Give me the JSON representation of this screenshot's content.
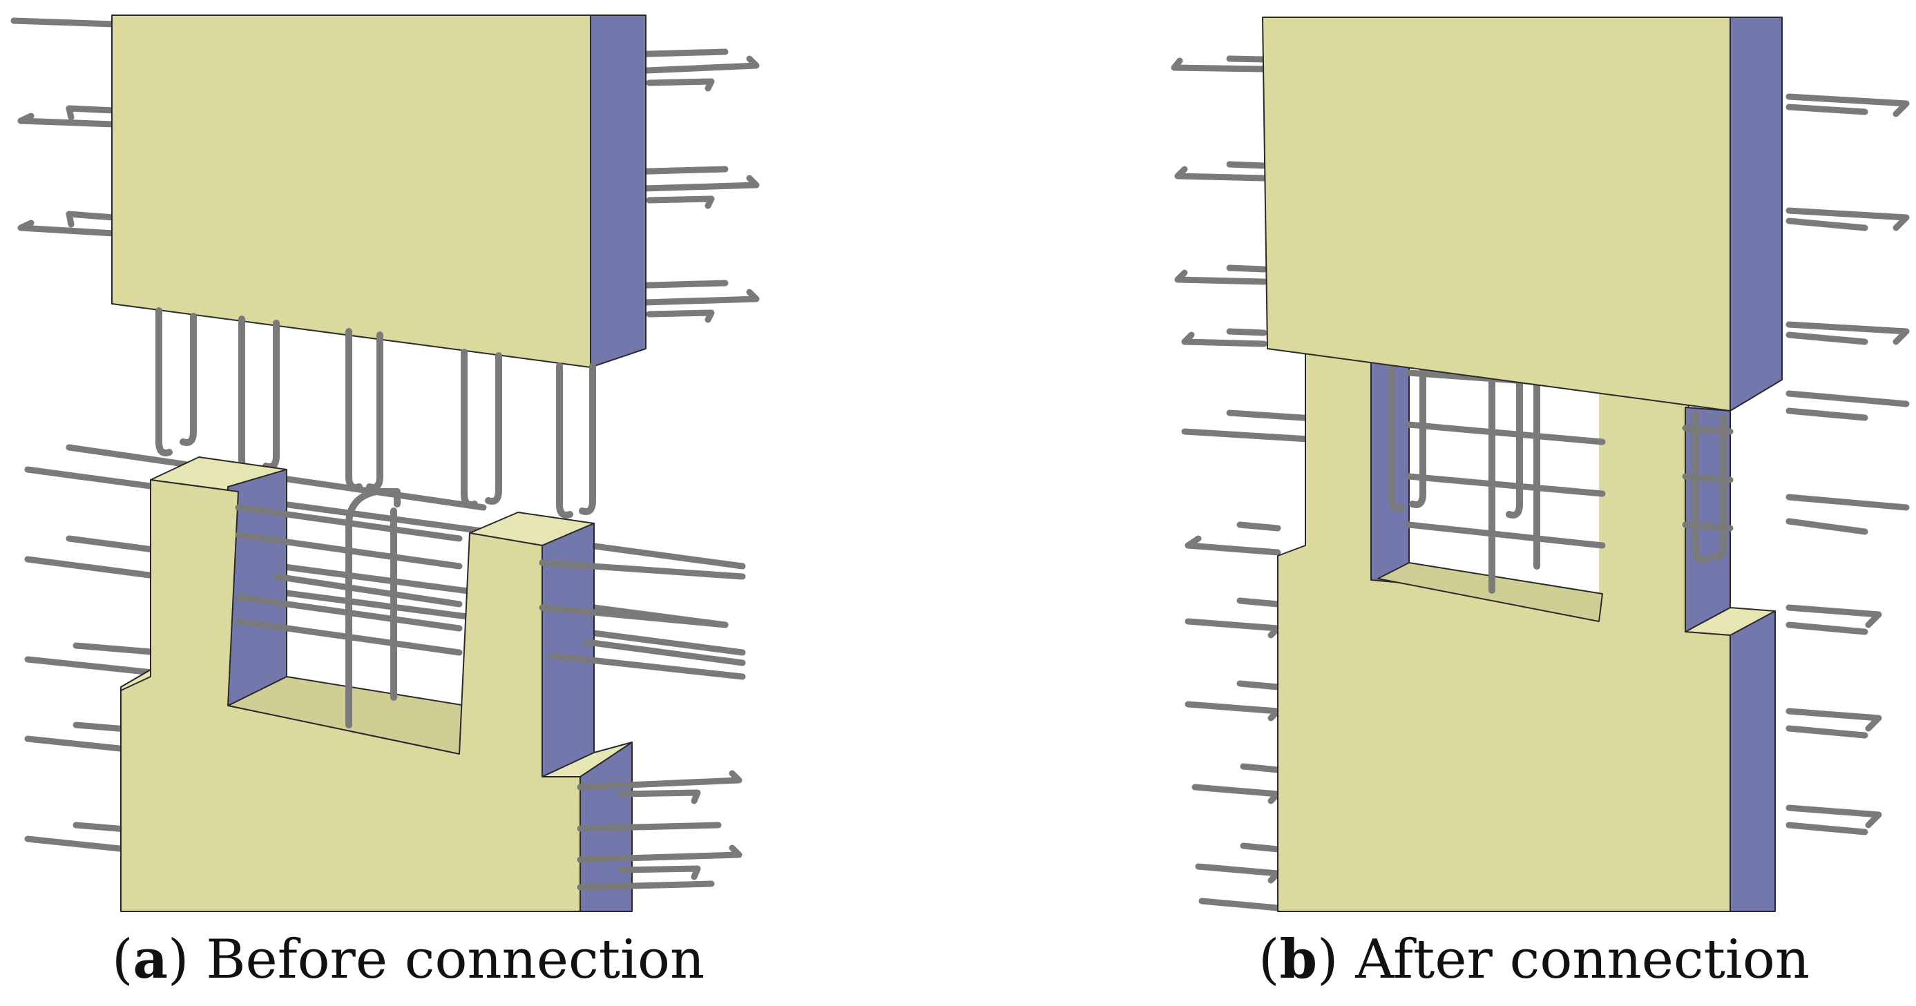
{
  "colors": {
    "concrete_face": "#dada9f",
    "concrete_top": "#e6e6b4",
    "concrete_side": "#7378ac",
    "floor": "#cfcf95",
    "rebar": "#7a7a7a",
    "rebar_highlight": "#a8a8a8",
    "outline": "#2a2a2a"
  },
  "panels": [
    {
      "id": "a",
      "letter": "a",
      "caption": "Before connection"
    },
    {
      "id": "b",
      "letter": "b",
      "caption": "After connection"
    }
  ]
}
